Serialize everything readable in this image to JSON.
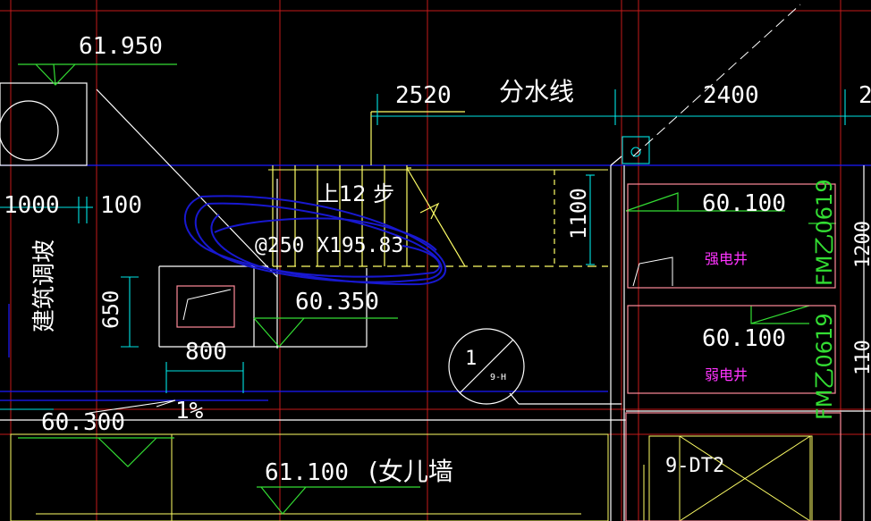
{
  "colors": {
    "background": "#000000",
    "white": "#ffffff",
    "yellow": "#ffff66",
    "green": "#33dd33",
    "cyan": "#00e5e5",
    "red": "#c41a1a",
    "blue": "#1a1aff",
    "magenta": "#ff33ff",
    "pink": "#ff8a9a",
    "markup": "#1818d0"
  },
  "elevations": {
    "top_left": "61.950",
    "stair_landing": "60.350",
    "left_floor": "60.300",
    "parapet": "61.100",
    "shaft_strong": "60.100",
    "shaft_weak": "60.100"
  },
  "dimensions": {
    "d2520": "2520",
    "d2400": "2400",
    "d2_cut": "2",
    "d1000": "1000",
    "d100": "100",
    "d650": "650",
    "d800": "800",
    "d1100": "1100",
    "slope": "1%"
  },
  "labels": {
    "water_divide": "分水线",
    "stair_up": "上12 步",
    "stair_step": "@250 X195.83",
    "building_slope": "建筑调坡",
    "parapet_wall": "(女儿墙",
    "strong_shaft": "强电井",
    "weak_shaft": "弱电井",
    "fm_top": "FM乙0619",
    "fm_bottom": "FM乙0619",
    "right_cut_1": "1200",
    "right_cut_2": "110",
    "elevator_tag": "9-DT2"
  },
  "section_mark": {
    "number": "1",
    "sheet": "9-H"
  }
}
